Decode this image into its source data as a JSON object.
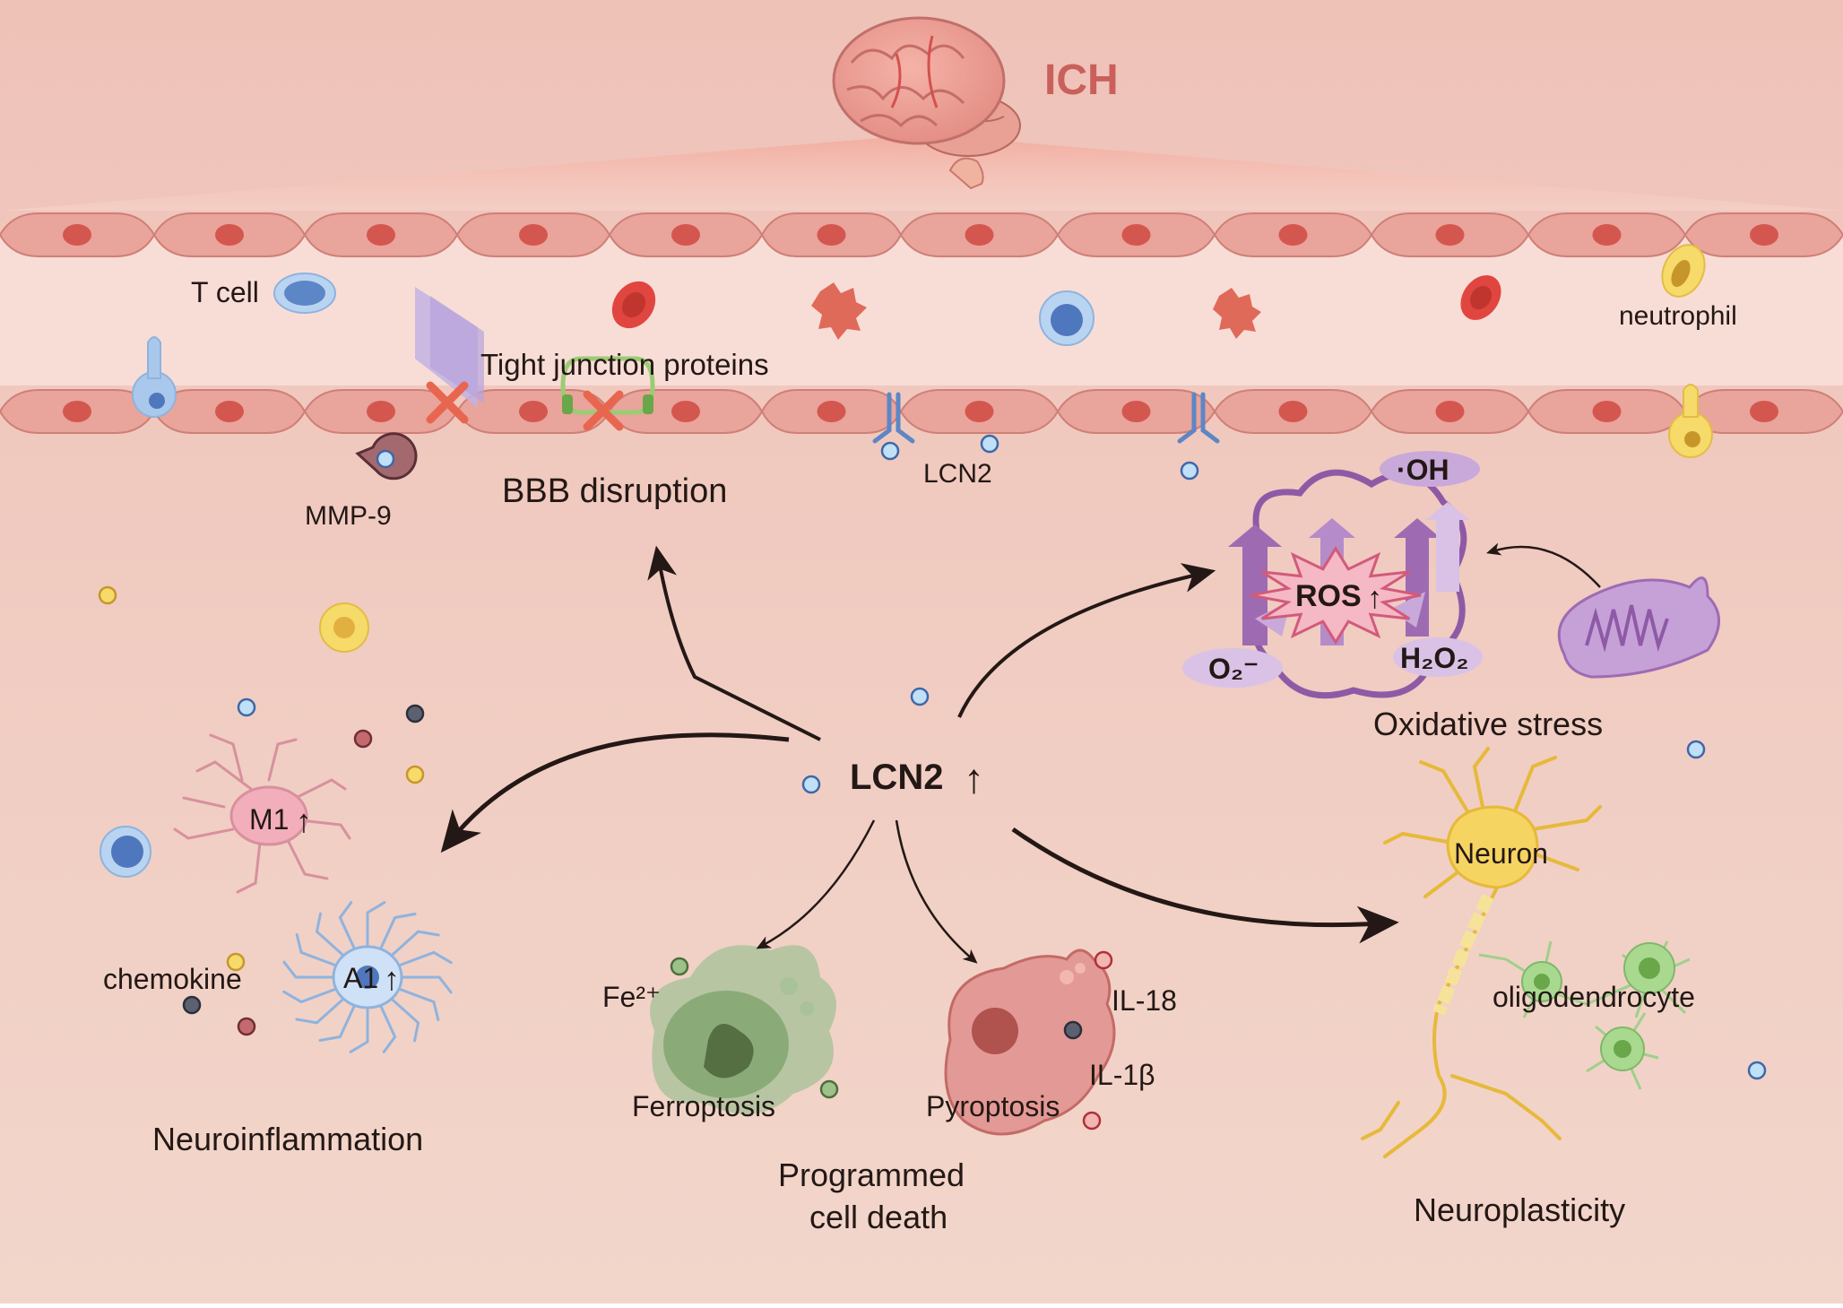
{
  "title": "ICH",
  "center": {
    "label": "LCN2",
    "trend": "↑"
  },
  "vessel": {
    "t_cell": "T cell",
    "neutrophil": "neutrophil",
    "tight_junction": "Tight junction proteins",
    "mmp9": "MMP-9",
    "lcn2": "LCN2"
  },
  "bbb": {
    "label": "BBB disruption"
  },
  "oxidative": {
    "label": "Oxidative stress",
    "ros": "ROS",
    "ros_trend": "↑",
    "oh": "·OH",
    "o2": "O₂⁻",
    "h2o2": "H₂O₂"
  },
  "neuroinflammation": {
    "label": "Neuroinflammation",
    "m1": "M1",
    "m1_trend": "↑",
    "a1": "A1",
    "a1_trend": "↑",
    "chemokine": "chemokine"
  },
  "cell_death": {
    "label_line1": "Programmed",
    "label_line2": "cell death",
    "ferroptosis": "Ferroptosis",
    "pyroptosis": "Pyroptosis",
    "fe": "Fe²⁺",
    "il18": "IL-18",
    "il1b": "IL-1β"
  },
  "neuroplasticity": {
    "label": "Neuroplasticity",
    "neuron": "Neuron",
    "oligodendrocyte": "oligodendrocyte"
  },
  "colors": {
    "bg_top": "#efc5bc",
    "bg_bottom": "#f1d3c8",
    "vessel_lumen": "#f7dcd6",
    "endothelium": "#e69b92",
    "nucleus": "#d4574f",
    "lcn2_dot": "#bfe0f6",
    "arrow": "#231815",
    "title": "#c9605c",
    "ros_purple": "#9e6bb3"
  }
}
